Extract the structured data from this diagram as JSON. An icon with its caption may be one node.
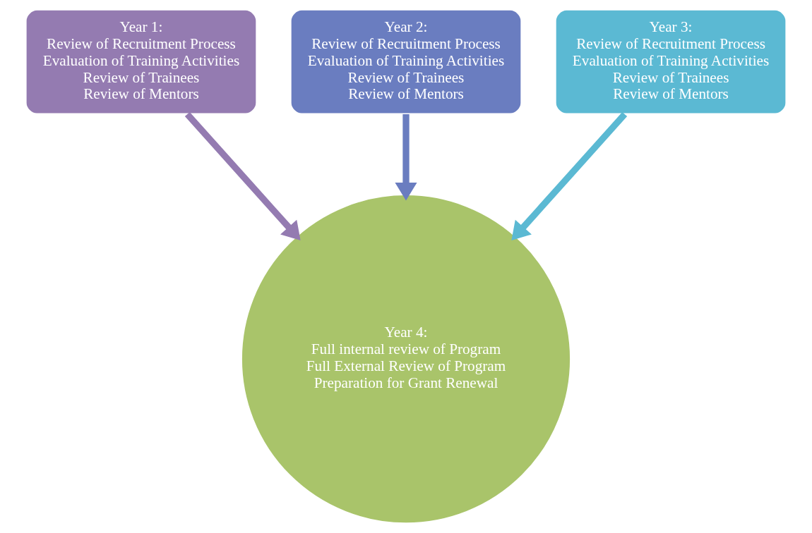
{
  "diagram": {
    "nodes": [
      {
        "text": [
          "Year 1:",
          "Review of Recruitment Process",
          "Evaluation of Training Activities",
          "Review of Trainees",
          "Review of Mentors"
        ]
      },
      {
        "text": [
          "Year 2:",
          "Review of Recruitment Process",
          "Evaluation of Training Activities",
          "Review of Trainees",
          "Review of Mentors"
        ]
      },
      {
        "text": [
          "Year 3:",
          "Review of Recruitment Process",
          "Evaluation of Training Activities",
          "Review of Trainees",
          "Review of Mentors"
        ]
      },
      {
        "text": [
          "Year 4:",
          "Full internal review of Program",
          "Full External Review of Program",
          "Preparation for Grant Renewal"
        ]
      }
    ],
    "edges": [
      {
        "from": 0,
        "to": 3,
        "arrow": "to",
        "color": "#947bb1"
      },
      {
        "from": 1,
        "to": 3,
        "arrow": "to",
        "color": "#6a7dc0"
      },
      {
        "from": 2,
        "to": 3,
        "arrow": "to",
        "color": "#5bb9d3"
      }
    ]
  }
}
